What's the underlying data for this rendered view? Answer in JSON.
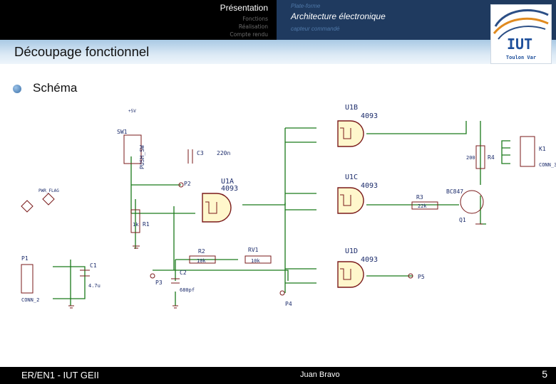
{
  "header": {
    "nav_title": "Présentation",
    "nav_items": [
      "Fonctions",
      "Réalisation",
      "Compte rendu"
    ],
    "platform_label": "Plate-forme",
    "main_title": "Architecture électronique",
    "subtitle": "capteur commandé"
  },
  "logo": {
    "text": "IUT",
    "caption": "Toulon Var"
  },
  "section": {
    "title": "Découpage fonctionnel"
  },
  "content": {
    "bullet_label": "Schéma"
  },
  "schematic": {
    "labels": {
      "u1b_ref": "U1B",
      "u1b_val": "4093",
      "u1c_ref": "U1C",
      "u1c_val": "4093",
      "u1d_ref": "U1D",
      "u1d_val": "4093",
      "u1a_ref": "U1A",
      "u1a_val": "4093",
      "c3": "C3",
      "c3_val": "220n",
      "sw1": "SW1",
      "push": "PUSH_SW",
      "p2": "P2",
      "p3": "P3",
      "p4": "P4",
      "p5": "P5",
      "r1": "R1",
      "r1_val": "1k",
      "r2": "R2",
      "r2_val": "10k",
      "rv1": "RV1",
      "rv1_val": "10k",
      "r3": "R3",
      "r3_val": "22k",
      "r4": "R4",
      "r4_val": "200",
      "c1": "C1",
      "c1_val": "4.7u",
      "c2": "C2",
      "c2_val": "680pf",
      "q1": "Q1",
      "bc847": "BC847",
      "k1": "K1",
      "conn3": "CONN_3",
      "p1": "P1",
      "conn2": "CONN_2",
      "pwr_flag": "PWR_FLAG",
      "vcc": "+5V"
    }
  },
  "footer": {
    "left": "ER/EN1 - IUT GEII",
    "center": "Juan Bravo",
    "page_number": "5"
  }
}
